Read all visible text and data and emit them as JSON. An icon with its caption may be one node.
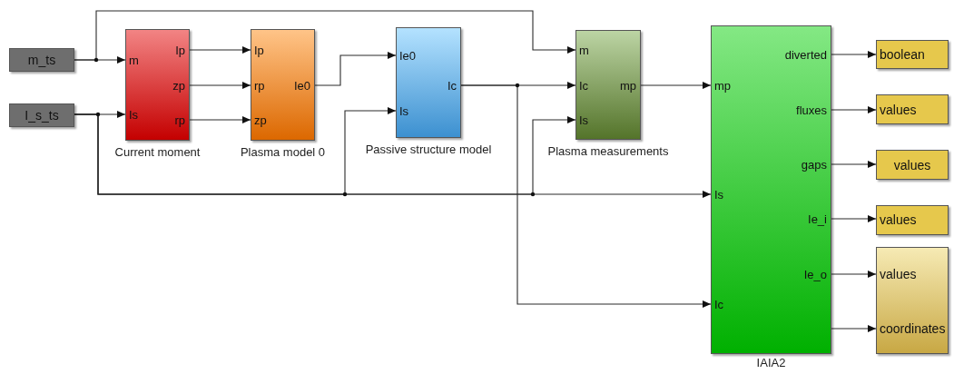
{
  "diagram": {
    "nodes": [
      {
        "text": [
          "m_ts"
        ]
      },
      {
        "text": [
          "I_s_ts"
        ]
      },
      {
        "text": [
          "m",
          "Is",
          "Ip",
          "zp",
          "rp"
        ],
        "beside": [
          "Current moment"
        ]
      },
      {
        "text": [
          "Ip",
          "rp",
          "zp",
          "Ie0"
        ],
        "beside": [
          "Plasma model 0"
        ]
      },
      {
        "text": [
          "Ie0",
          "Is",
          "Ic"
        ],
        "beside": [
          "Passive structure model"
        ]
      },
      {
        "text": [
          "m",
          "Ic",
          "Is",
          "mp"
        ],
        "beside": [
          "Plasma measurements"
        ]
      },
      {
        "text": [
          "mp",
          "Is",
          "Ic",
          "diverted",
          "fluxes",
          "gaps",
          "Ie_i",
          "Ie_o"
        ],
        "beside": [
          "IAIA2"
        ]
      },
      {
        "text": [
          "boolean"
        ]
      },
      {
        "text": [
          "values"
        ]
      },
      {
        "text": [
          "values"
        ]
      },
      {
        "text": [
          "values"
        ]
      },
      {
        "text": [
          "values",
          "coordinates"
        ]
      }
    ],
    "edges": [
      {
        "from": 0,
        "to": 2,
        "arrow": "to"
      },
      {
        "from": 0,
        "to": 5,
        "arrow": "to"
      },
      {
        "from": 1,
        "to": 2,
        "arrow": "to"
      },
      {
        "from": 1,
        "to": 4,
        "arrow": "to"
      },
      {
        "from": 1,
        "to": 5,
        "arrow": "to"
      },
      {
        "from": 1,
        "to": 6,
        "arrow": "to"
      },
      {
        "from": 2,
        "to": 3,
        "arrow": "to"
      },
      {
        "from": 2,
        "to": 3,
        "arrow": "to"
      },
      {
        "from": 2,
        "to": 3,
        "arrow": "to"
      },
      {
        "from": 3,
        "to": 4,
        "arrow": "to"
      },
      {
        "from": 4,
        "to": 5,
        "arrow": "to"
      },
      {
        "from": 4,
        "to": 6,
        "arrow": "to"
      },
      {
        "from": 5,
        "to": 6,
        "arrow": "to"
      },
      {
        "from": 6,
        "to": 7,
        "arrow": "to"
      },
      {
        "from": 6,
        "to": 8,
        "arrow": "to"
      },
      {
        "from": 6,
        "to": 9,
        "arrow": "to"
      },
      {
        "from": 6,
        "to": 10,
        "arrow": "to"
      },
      {
        "from": 6,
        "to": 11,
        "arrow": "to"
      },
      {
        "from": 6,
        "to": 11,
        "arrow": "to"
      }
    ]
  }
}
